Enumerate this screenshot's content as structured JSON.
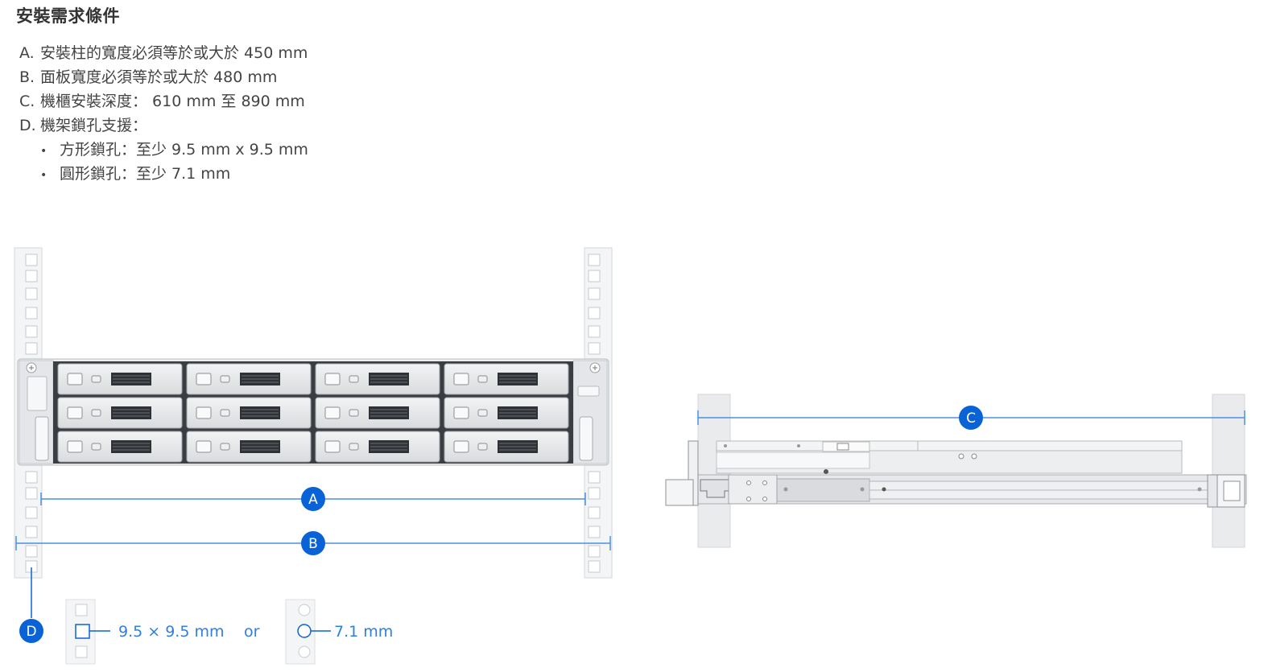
{
  "page": {
    "title": "安裝需求條件",
    "requirements": [
      {
        "key": "A.",
        "text": "安裝柱的寬度必須等於或大於 450 mm"
      },
      {
        "key": "B.",
        "text": "面板寬度必須等於或大於 480 mm"
      },
      {
        "key": "C.",
        "text": "機櫃安裝深度： 610 mm 至 890 mm"
      },
      {
        "key": "D.",
        "text": "機架鎖孔支援："
      }
    ],
    "hole_types": [
      {
        "text": "方形鎖孔：至少 9.5 mm x 9.5 mm"
      },
      {
        "text": "圓形鎖孔：至少 7.1 mm"
      }
    ],
    "bullet": "•"
  },
  "diagram": {
    "markers": {
      "a": "A",
      "b": "B",
      "c": "C",
      "d": "D"
    },
    "square_hole_label": "9.5 × 9.5 mm",
    "or_label": "or",
    "round_hole_label": "7.1 mm",
    "accent_color": "#0a63d6",
    "rail_color": "#e8eaec"
  }
}
